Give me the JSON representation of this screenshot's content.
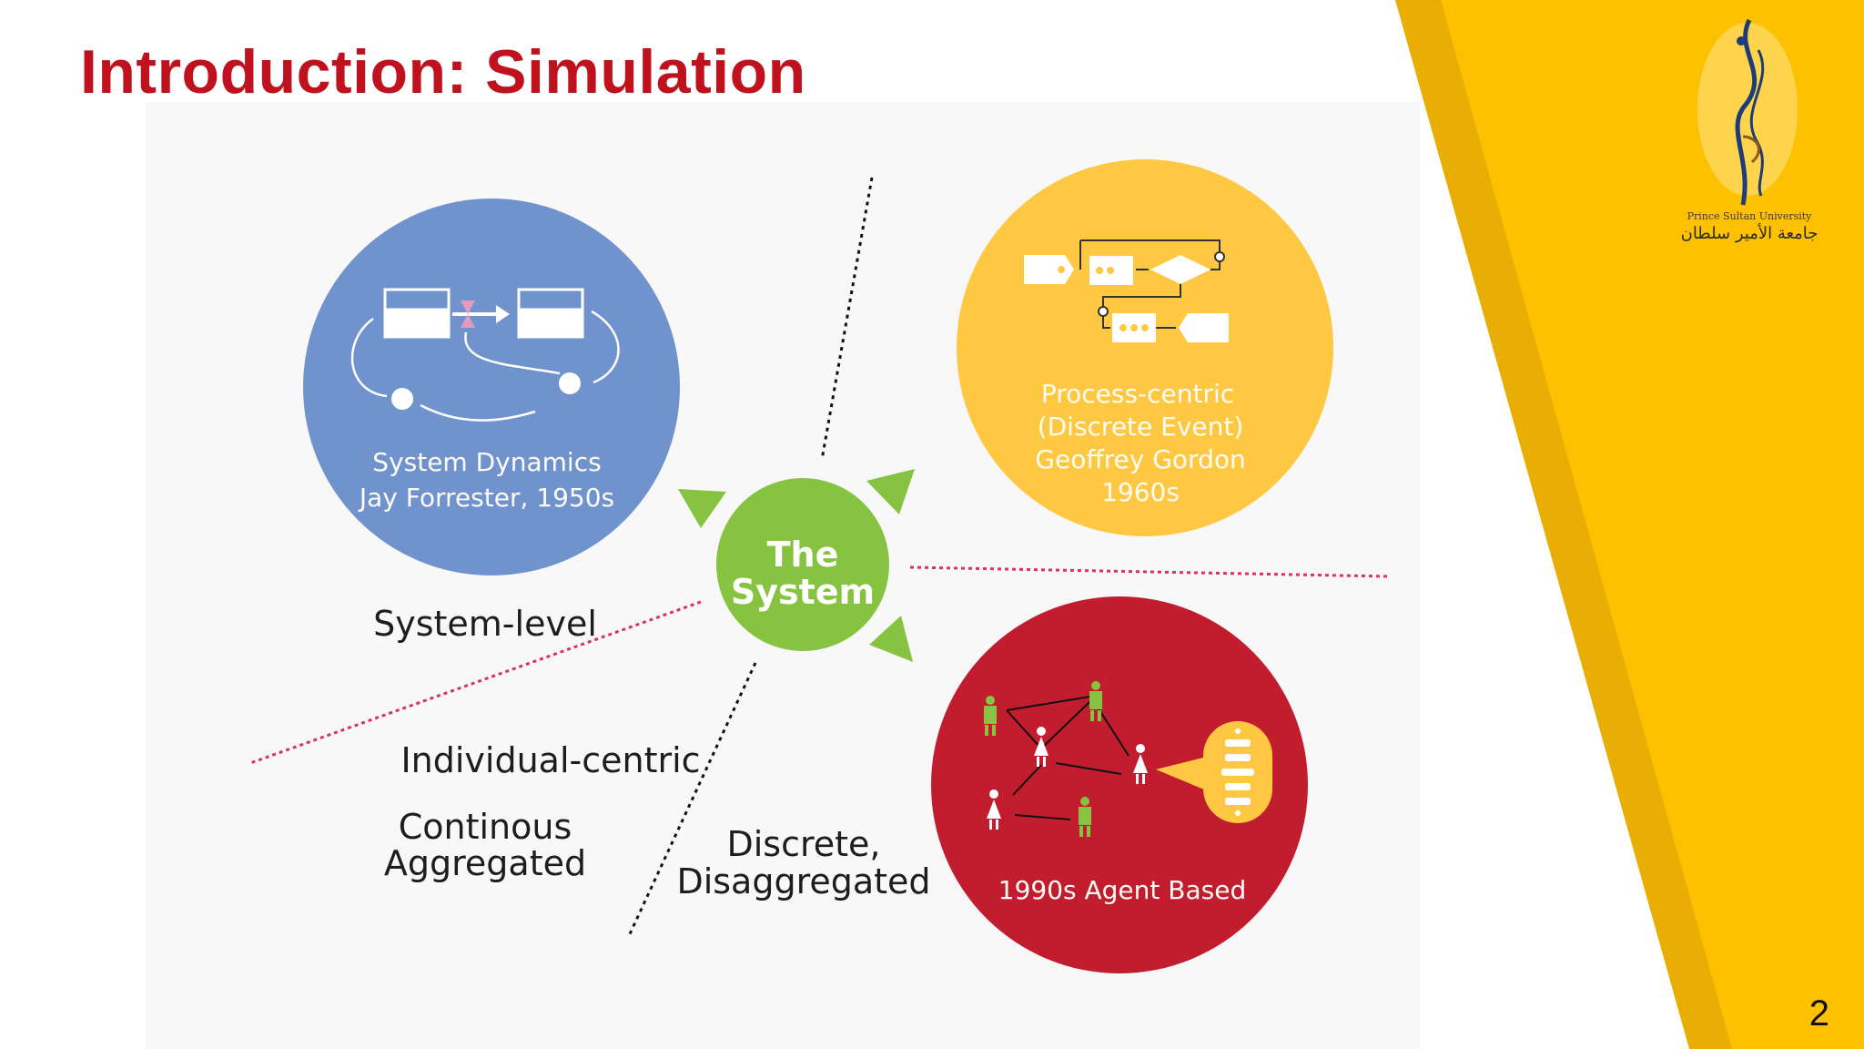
{
  "slide": {
    "title": "Introduction: Simulation",
    "page_number": "2"
  },
  "logo": {
    "name_english": "Prince Sultan University",
    "name_arabic": "جامعة الأمير سلطان"
  },
  "center": {
    "line1": "The",
    "line2": "System",
    "color": "#86c340"
  },
  "paradigms": {
    "system_dynamics": {
      "line1": "System Dynamics",
      "line2": "Jay Forrester, 1950s",
      "color": "#7193cd"
    },
    "discrete_event": {
      "line1": "Process-centric",
      "line2": "(Discrete Event)",
      "line3": "Geoffrey Gordon",
      "line4": "1960s",
      "color": "#fec842"
    },
    "agent_based": {
      "line1": "1990s Agent Based",
      "color": "#c21d2e"
    }
  },
  "axis_labels": {
    "system_level": "System-level",
    "individual_centric": "Individual-centric",
    "continuous_1": "Continous",
    "continuous_2": "Aggregated",
    "discrete_1": "Discrete,",
    "discrete_2": "Disaggregated"
  },
  "colors": {
    "title": "#c0121e",
    "banner_dark": "#e8ae03",
    "banner_light": "#fdc101",
    "divider_red": "#d7335b"
  }
}
